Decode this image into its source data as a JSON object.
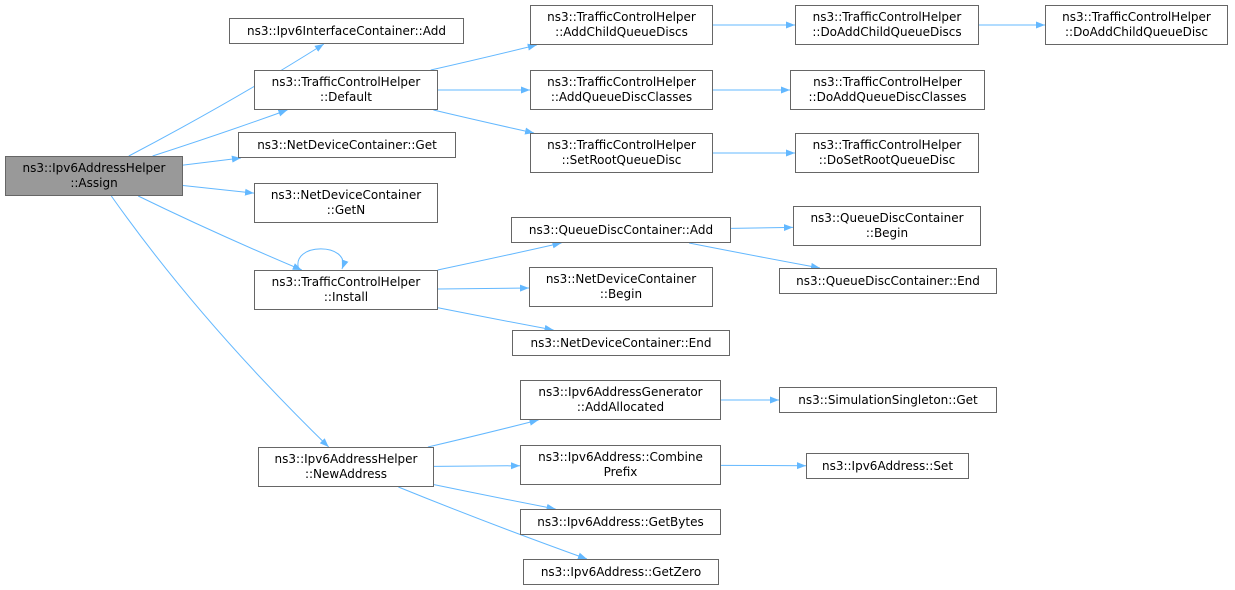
{
  "colors": {
    "edge": "#63b8ff",
    "node_border": "#666666",
    "root_fill": "#999999"
  },
  "nodes": {
    "assign": {
      "label": "ns3::Ipv6AddressHelper\n::Assign"
    },
    "ipv6if_add": {
      "label": "ns3::Ipv6InterfaceContainer::Add"
    },
    "tch_default": {
      "label": "ns3::TrafficControlHelper\n::Default"
    },
    "ndc_get": {
      "label": "ns3::NetDeviceContainer::Get"
    },
    "ndc_getn": {
      "label": "ns3::NetDeviceContainer\n::GetN"
    },
    "tch_install": {
      "label": "ns3::TrafficControlHelper\n::Install"
    },
    "newaddress": {
      "label": "ns3::Ipv6AddressHelper\n::NewAddress"
    },
    "add_child": {
      "label": "ns3::TrafficControlHelper\n::AddChildQueueDiscs"
    },
    "add_classes": {
      "label": "ns3::TrafficControlHelper\n::AddQueueDiscClasses"
    },
    "set_root": {
      "label": "ns3::TrafficControlHelper\n::SetRootQueueDisc"
    },
    "do_add_childs": {
      "label": "ns3::TrafficControlHelper\n::DoAddChildQueueDiscs"
    },
    "do_add_classes": {
      "label": "ns3::TrafficControlHelper\n::DoAddQueueDiscClasses"
    },
    "do_set_root": {
      "label": "ns3::TrafficControlHelper\n::DoSetRootQueueDisc"
    },
    "do_add_child": {
      "label": "ns3::TrafficControlHelper\n::DoAddChildQueueDisc"
    },
    "qdc_add": {
      "label": "ns3::QueueDiscContainer::Add"
    },
    "ndc_begin": {
      "label": "ns3::NetDeviceContainer\n::Begin"
    },
    "ndc_end": {
      "label": "ns3::NetDeviceContainer::End"
    },
    "qdc_begin": {
      "label": "ns3::QueueDiscContainer\n::Begin"
    },
    "qdc_end": {
      "label": "ns3::QueueDiscContainer::End"
    },
    "add_allocated": {
      "label": "ns3::Ipv6AddressGenerator\n::AddAllocated"
    },
    "combine_prefix": {
      "label": "ns3::Ipv6Address::Combine\nPrefix"
    },
    "get_bytes": {
      "label": "ns3::Ipv6Address::GetBytes"
    },
    "get_zero": {
      "label": "ns3::Ipv6Address::GetZero"
    },
    "sim_get": {
      "label": "ns3::SimulationSingleton::Get"
    },
    "ipv6_set": {
      "label": "ns3::Ipv6Address::Set"
    }
  },
  "edges": [
    [
      "assign",
      "ipv6if_add"
    ],
    [
      "assign",
      "tch_default"
    ],
    [
      "assign",
      "ndc_get"
    ],
    [
      "assign",
      "ndc_getn"
    ],
    [
      "assign",
      "tch_install"
    ],
    [
      "assign",
      "newaddress"
    ],
    [
      "tch_default",
      "add_child"
    ],
    [
      "tch_default",
      "add_classes"
    ],
    [
      "tch_default",
      "set_root"
    ],
    [
      "add_child",
      "do_add_childs"
    ],
    [
      "do_add_childs",
      "do_add_child"
    ],
    [
      "add_classes",
      "do_add_classes"
    ],
    [
      "set_root",
      "do_set_root"
    ],
    [
      "tch_install",
      "tch_install"
    ],
    [
      "tch_install",
      "qdc_add"
    ],
    [
      "tch_install",
      "ndc_begin"
    ],
    [
      "tch_install",
      "ndc_end"
    ],
    [
      "qdc_add",
      "qdc_begin"
    ],
    [
      "qdc_add",
      "qdc_end"
    ],
    [
      "newaddress",
      "add_allocated"
    ],
    [
      "newaddress",
      "combine_prefix"
    ],
    [
      "newaddress",
      "get_bytes"
    ],
    [
      "newaddress",
      "get_zero"
    ],
    [
      "add_allocated",
      "sim_get"
    ],
    [
      "combine_prefix",
      "ipv6_set"
    ]
  ]
}
